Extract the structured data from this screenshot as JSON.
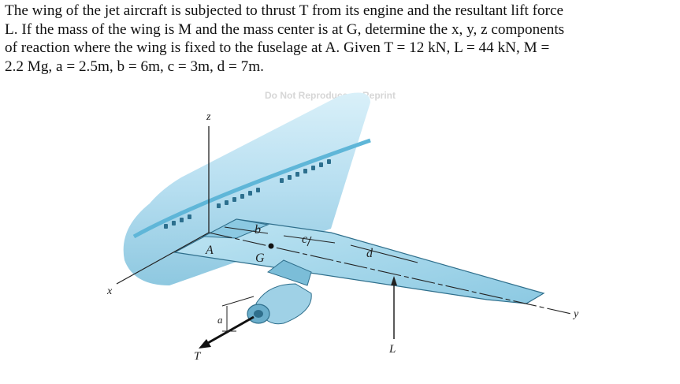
{
  "problem": {
    "text": "The wing of the jet aircraft is subjected to thrust T from its engine and the resultant lift force\nL. If the mass of the wing is M and the mass center is at G, determine the x, y, z components\nof reaction where the wing is fixed to the fuselage at A. Given T = 12 kN, L = 44 kN, M =\n2.2 Mg,   a = 2.5m, b = 6m, c = 3m, d = 7m."
  },
  "watermark": "Do Not Reproduce or Reprint",
  "figure": {
    "labels": {
      "z": "z",
      "x": "x",
      "y": "y",
      "A": "A",
      "G": "G",
      "b": "b",
      "c": "c",
      "d": "d",
      "a": "a",
      "T": "T",
      "L": "L"
    },
    "colors": {
      "fuselage": "#b9e0ef",
      "fuselage_band": "#5fb6d8",
      "wing": "#a9d8ea",
      "wing_edge": "#2f6f8c",
      "engine": "#9fd1e6"
    }
  }
}
